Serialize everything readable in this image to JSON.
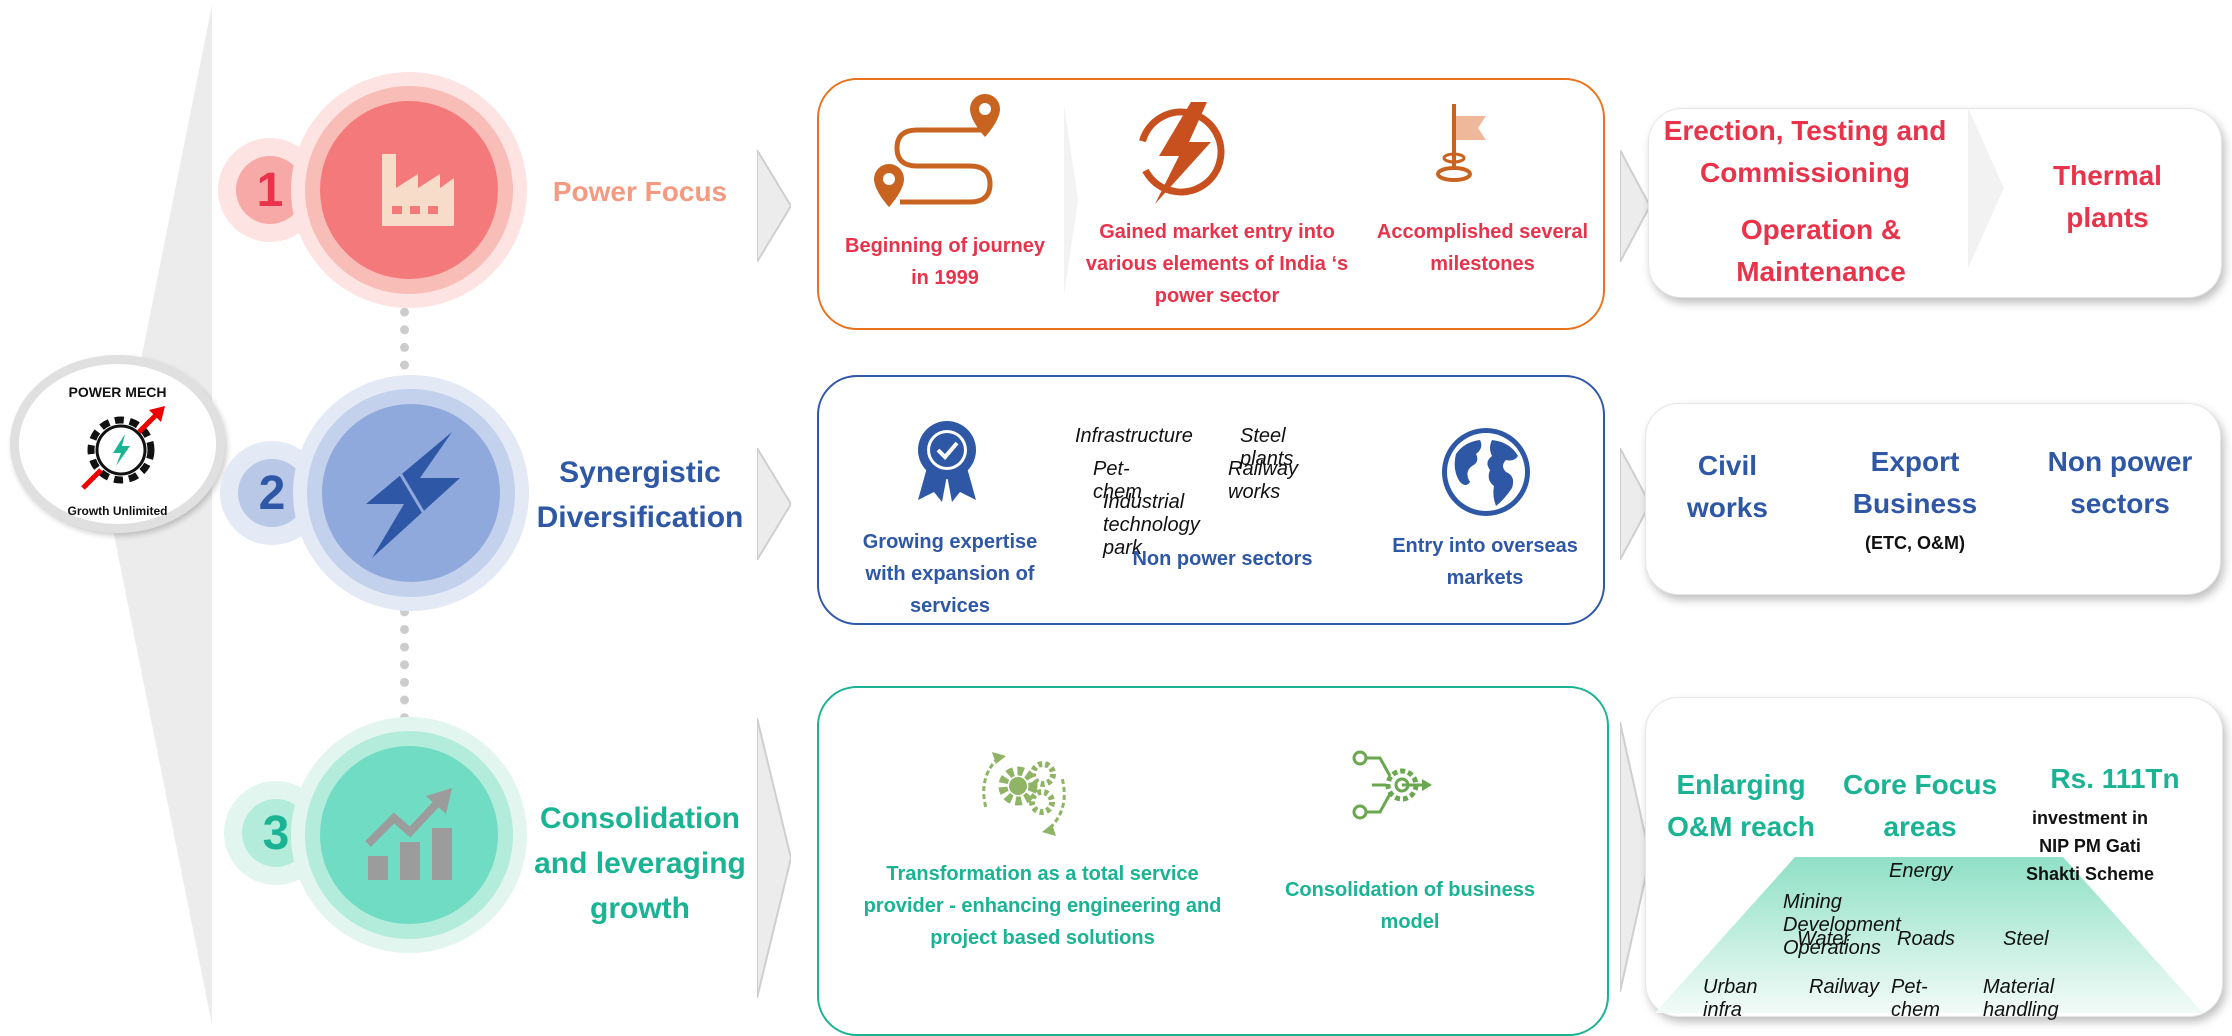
{
  "logo": {
    "top_text": "POWER MECH",
    "bottom_text": "Growth Unlimited",
    "icon": "gear-lightning-icon"
  },
  "colors": {
    "red": "#e8334a",
    "salmon": "#f39a80",
    "blue": "#2e57a5",
    "teal": "#1ab394",
    "orange": "#e8731f",
    "green": "#8fb466"
  },
  "rows": [
    {
      "number": "1",
      "stage_title": "Power Focus",
      "stage_icon": "factory-icon",
      "items": [
        {
          "icon": "journey-route-icon",
          "text": "Beginning of journey in 1999"
        },
        {
          "icon": "lightning-bolt-icon",
          "text": "Gained market entry into various elements of India ‘s power sector"
        },
        {
          "icon": "flag-milestone-icon",
          "text": "Accomplished several milestones"
        }
      ],
      "outcome": {
        "left_1": "Erection, Testing and Commissioning",
        "left_2": "Operation & Maintenance",
        "right": "Thermal plants"
      }
    },
    {
      "number": "2",
      "stage_title": "Synergistic Diversification",
      "stage_icon": "diversification-bolt-icon",
      "items": [
        {
          "icon": "award-badge-icon",
          "text": "Growing expertise with expansion of services"
        },
        {
          "icon": "globe-icon",
          "text": "Entry into overseas markets"
        }
      ],
      "sectors": {
        "list": [
          "Infrastructure",
          "Steel plants",
          "Pet-chem",
          "Railway works",
          "Industrial technology park"
        ],
        "label": "Non power sectors"
      },
      "outcome": {
        "col1": "Civil works",
        "col2": "Export Business",
        "col2_sub": "(ETC, O&M)",
        "col3": "Non power sectors"
      }
    },
    {
      "number": "3",
      "stage_title": "Consolidation and leveraging growth",
      "stage_icon": "growth-chart-icon",
      "items": [
        {
          "icon": "gears-cycle-icon",
          "text": "Transformation as a total service provider - enhancing engineering and project based solutions"
        },
        {
          "icon": "network-gear-icon",
          "text": "Consolidation of business model"
        }
      ],
      "outcome": {
        "col1": "Enlarging O&M reach",
        "col2": "Core Focus areas",
        "col3_title": "Rs. 111Tn",
        "col3_sub": "investment in NIP PM Gati Shakti Scheme",
        "pyramid": [
          [
            "Energy"
          ],
          [
            "Mining Development Operations"
          ],
          [
            "Water",
            "Roads",
            "Steel"
          ],
          [
            "Urban infra",
            "Railway",
            "Pet-chem",
            "Material handling"
          ]
        ]
      }
    }
  ]
}
